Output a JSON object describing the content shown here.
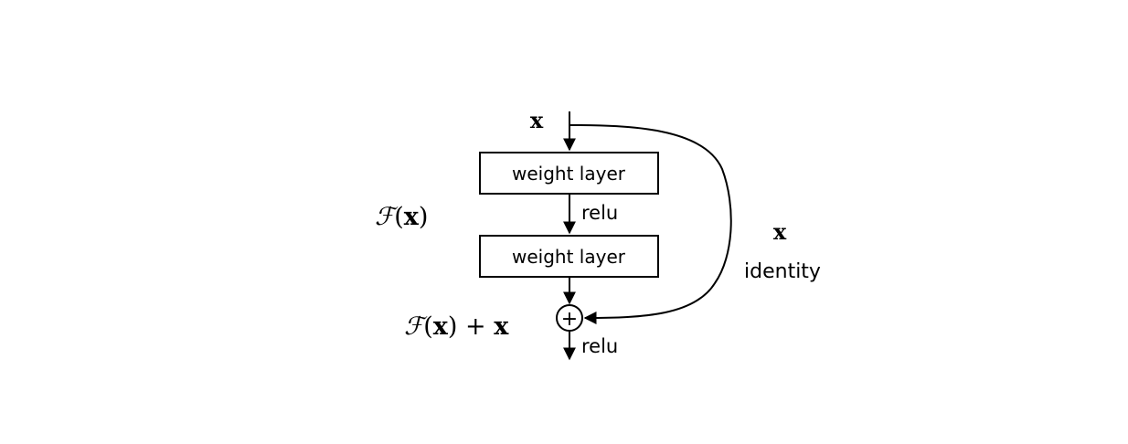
{
  "nodes": {
    "input_label": "x",
    "layer1_label": "weight layer",
    "layer2_label": "weight layer",
    "relu1_label": "relu",
    "relu2_label": "relu",
    "plus_symbol": "+"
  },
  "annotations": {
    "residual_func": {
      "script": "ℱ",
      "open": "(",
      "var": "x",
      "close": ")"
    },
    "output_expr": {
      "script": "ℱ",
      "open": "(",
      "var": "x",
      "close": ")",
      "op": " + ",
      "var2": "x"
    },
    "shortcut_var": "x",
    "shortcut_label": "identity"
  },
  "colors": {
    "stroke": "#000000",
    "background": "#ffffff"
  }
}
